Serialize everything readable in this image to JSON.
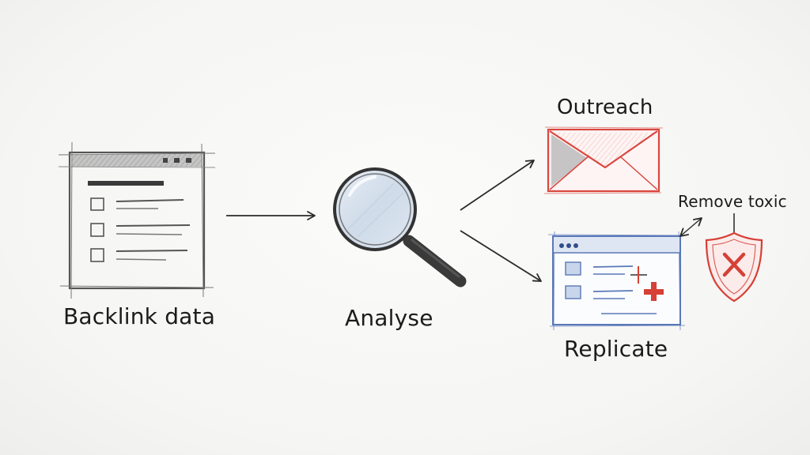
{
  "nodes": {
    "backlink_data": {
      "label": "Backlink data"
    },
    "analyse": {
      "label": "Analyse"
    },
    "outreach": {
      "label": "Outreach"
    },
    "replicate": {
      "label": "Replicate"
    },
    "remove_toxic": {
      "label": "Remove toxic"
    }
  },
  "edges": [
    {
      "from": "backlink_data",
      "to": "analyse"
    },
    {
      "from": "analyse",
      "to": "outreach"
    },
    {
      "from": "analyse",
      "to": "replicate"
    },
    {
      "from": "replicate",
      "to": "remove_toxic",
      "bidirectional": true
    }
  ],
  "icons": {
    "backlink_data": "browser-window-list-icon",
    "analyse": "magnifying-glass-icon",
    "outreach": "envelope-icon",
    "replicate": "browser-window-plus-icon",
    "remove_toxic": "shield-x-icon"
  },
  "colors": {
    "ink": "#2a2a2a",
    "outreach": "#d9473f",
    "replicate": "#5a78b8",
    "toxic": "#d64036"
  }
}
